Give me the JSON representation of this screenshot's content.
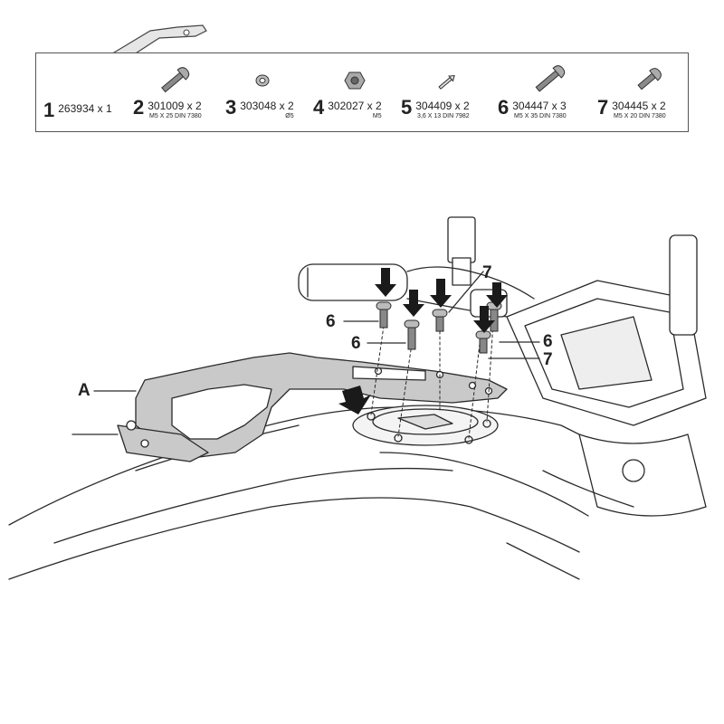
{
  "parts": [
    {
      "num": "1",
      "code": "263934 x 1",
      "spec": "",
      "icon": "bracket-plate-icon"
    },
    {
      "num": "2",
      "code": "301009 x 2",
      "spec": "M5 X 25 DIN 7380",
      "icon": "button-head-screw-icon"
    },
    {
      "num": "3",
      "code": "303048 x 2",
      "spec": "Ø5",
      "icon": "washer-icon"
    },
    {
      "num": "4",
      "code": "302027 x 2",
      "spec": "M5",
      "icon": "lock-nut-icon"
    },
    {
      "num": "5",
      "code": "304409 x 2",
      "spec": "3,6 X 13 DIN 7982",
      "icon": "self-tapping-screw-icon"
    },
    {
      "num": "6",
      "code": "304447 x 3",
      "spec": "M5 X 35 DIN 7380",
      "icon": "button-head-screw-icon"
    },
    {
      "num": "7",
      "code": "304445 x 2",
      "spec": "M5 X 20 DIN 7380",
      "icon": "button-head-screw-icon"
    }
  ],
  "callouts": {
    "a": "A",
    "six_left": "6",
    "six_mid": "6",
    "six_right": "6",
    "seven_top": "7",
    "seven_right": "7"
  },
  "colors": {
    "line": "#2a2a2a",
    "plate": "#c9c9c9",
    "arrow": "#1a1a1a"
  }
}
